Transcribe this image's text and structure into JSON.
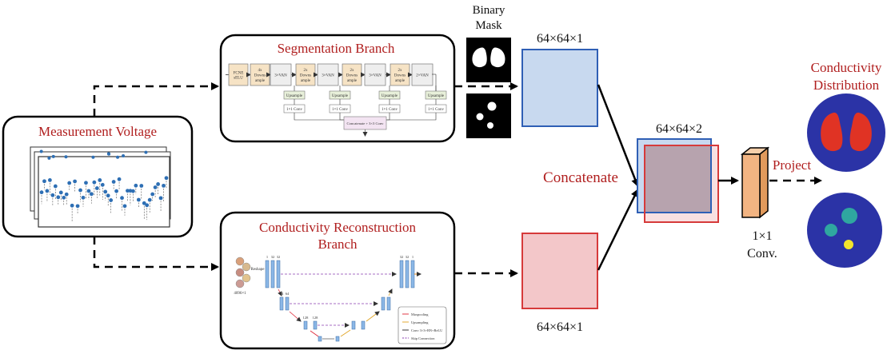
{
  "labels": {
    "measurement_voltage": "Measurement Voltage",
    "segmentation_branch": "Segmentation Branch",
    "conductivity_reconstruction_line1": "Conductivity Reconstruction",
    "conductivity_reconstruction_line2": "Branch",
    "binary_mask_line1": "Binary",
    "binary_mask_line2": "Mask",
    "seg_output_shape": "64×64×1",
    "recon_output_shape": "64×64×1",
    "concat_shape": "64×64×2",
    "concatenate": "Concatenate",
    "conv_line1": "1×1",
    "conv_line2": "Conv.",
    "project": "Project",
    "conductivity_distribution_line1": "Conductivity",
    "conductivity_distribution_line2": "Distribution"
  },
  "seg_network": {
    "blocks": [
      "FCNE\nsELU",
      "4x\nDowns\nample",
      "3×VAN",
      "2x\nDowns\nample",
      "3×VAN",
      "2x\nDowns\nample",
      "3×VAN",
      "2x\nDowns\nample",
      "2×VAN"
    ],
    "upsample": "Upsample",
    "conv": "1×1 Conv",
    "concat": "Concatenate + 3×3 Conv"
  },
  "recon_network": {
    "legend": [
      "Maxpooling",
      "Upsampling",
      "Conv 3×3+BN+ReLU",
      "Skip Connection"
    ],
    "reshape": "Reshape",
    "input_size": "4096×1",
    "channels_top": [
      "1",
      "32",
      "32"
    ],
    "channels_top_right": [
      "32",
      "32",
      "1"
    ],
    "channels_mid": [
      "64",
      "64"
    ],
    "channels_bot": [
      "128",
      "128"
    ]
  },
  "colors": {
    "title_red": "#b01e1e",
    "seg_square_fill": "#c8d9ef",
    "seg_square_stroke": "#2f5fb5",
    "recon_square_fill": "#f3c7c9",
    "recon_square_stroke": "#d63a3a",
    "concat_overlay": "#b7a3ae",
    "conv_block": "#f2b482",
    "phantom_bg": "#2b33a6",
    "lung_red": "#e03324",
    "inclusion_green": "#2fa7a0",
    "inclusion_yellow": "#f2e52c",
    "voltage_marker": "#2e6fb4"
  }
}
